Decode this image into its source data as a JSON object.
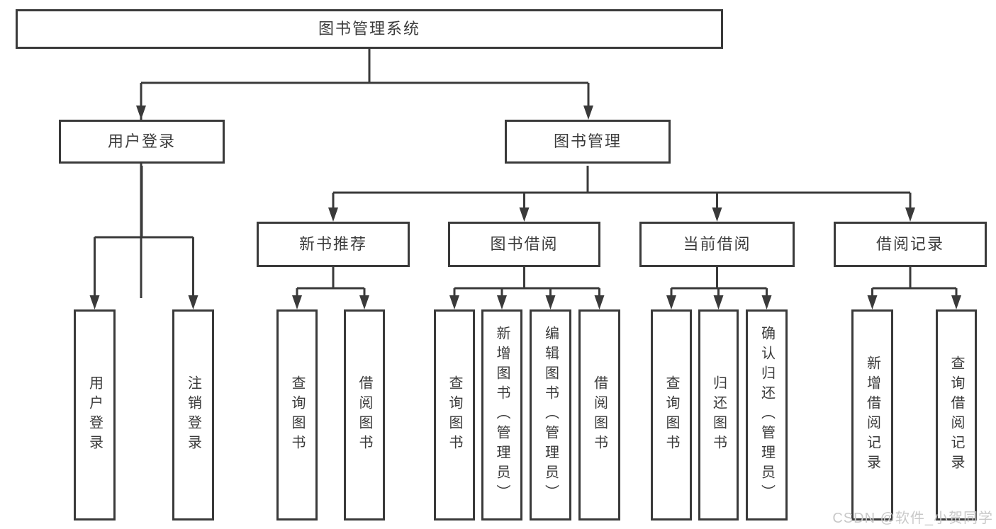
{
  "tree": {
    "root": {
      "label": "图书管理系统"
    },
    "branches": [
      {
        "label": "用户登录",
        "children": [
          {
            "label": "用户登录"
          },
          {
            "label": "注销登录"
          }
        ]
      },
      {
        "label": "图书管理",
        "children": [
          {
            "label": "新书推荐",
            "children": [
              {
                "label": "查询图书"
              },
              {
                "label": "借阅图书"
              }
            ]
          },
          {
            "label": "图书借阅",
            "children": [
              {
                "label": "查询图书"
              },
              {
                "label": "新增图书（管理员）"
              },
              {
                "label": "编辑图书（管理员）"
              },
              {
                "label": "借阅图书"
              }
            ]
          },
          {
            "label": "当前借阅",
            "children": [
              {
                "label": "查询图书"
              },
              {
                "label": "归还图书"
              },
              {
                "label": "确认归还（管理员）"
              }
            ]
          },
          {
            "label": "借阅记录",
            "children": [
              {
                "label": "新增借阅记录"
              },
              {
                "label": "查询借阅记录"
              }
            ]
          }
        ]
      }
    ]
  },
  "watermark": {
    "text": "CSDN @软件_小贺同学"
  },
  "colors": {
    "line": "#3a3a3a",
    "text": "#3b3b3b",
    "watermark": "#c9c9c9"
  }
}
